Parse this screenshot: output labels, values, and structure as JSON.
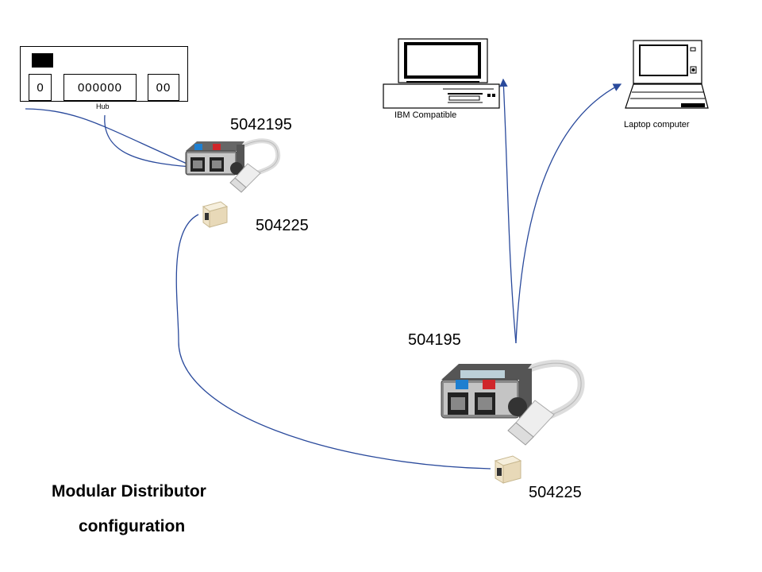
{
  "hub": {
    "label": "Hub",
    "port_left": "0",
    "port_center": "000000",
    "port_right": "00"
  },
  "devices": {
    "desktop_label": "IBM Compatible",
    "laptop_label": "Laptop computer"
  },
  "parts": {
    "distributor_top": "5042195",
    "coupler_top": "504225",
    "distributor_bottom": "504195",
    "coupler_bottom": "504225"
  },
  "caption": {
    "line1": "Modular Distributor",
    "line2": "configuration"
  },
  "colors": {
    "cable": "#2a4a9c",
    "distributor_blue_port": "#1e7fd0",
    "distributor_red_port": "#d0262a",
    "coupler": "#efe3c8"
  }
}
